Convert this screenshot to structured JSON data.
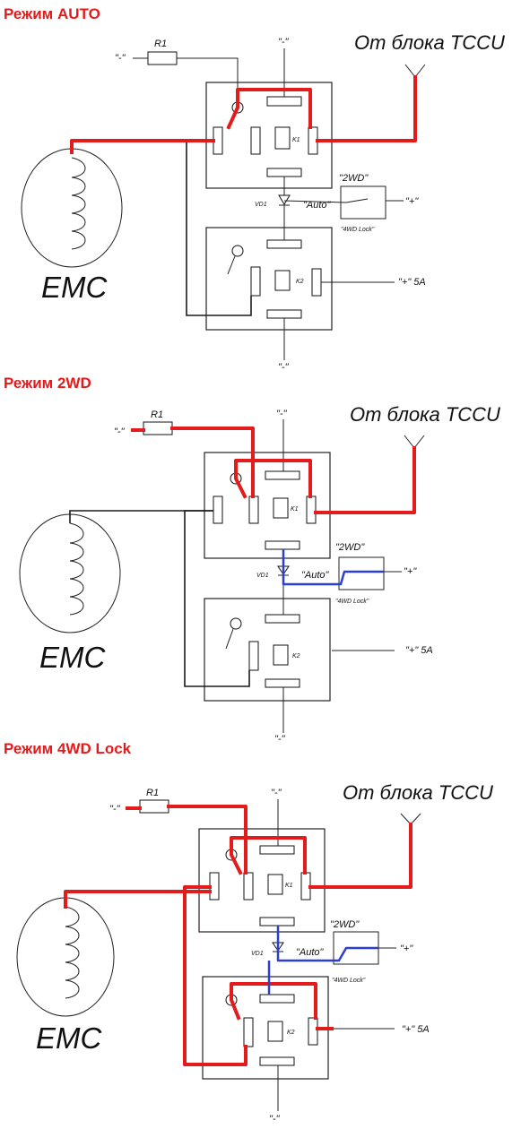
{
  "diagrams": [
    {
      "mode_title": "Режим AUTO",
      "minus_top": "\"-\"",
      "minus_bottom": "\"-\"",
      "r1_minus": "\"-\"",
      "resistor": "R1",
      "source": "От блока TCCU",
      "relay_top": "K1",
      "relay_bottom": "K2",
      "diode": "VD1",
      "switch_2wd": "\"2WD\"",
      "switch_auto": "\"Auto\"",
      "switch_4wd": "\"4WD Lock\"",
      "plus": "\"+\"",
      "plus_5a": "\"+\" 5A",
      "coil": "EMC"
    },
    {
      "mode_title": "Режим 2WD",
      "minus_top": "\"-\"",
      "minus_bottom": "\"-\"",
      "r1_minus": "\"-\"",
      "resistor": "R1",
      "source": "От блока TCCU",
      "relay_top": "K1",
      "relay_bottom": "K2",
      "diode": "VD1",
      "switch_2wd": "\"2WD\"",
      "switch_auto": "\"Auto\"",
      "switch_4wd": "\"4WD Lock\"",
      "plus": "\"+\"",
      "plus_5a": "\"+\" 5A",
      "coil": "EMC"
    },
    {
      "mode_title": "Режим 4WD Lock",
      "minus_top": "\"-\"",
      "minus_bottom": "\"-\"",
      "r1_minus": "\"-\"",
      "resistor": "R1",
      "source": "От блока TCCU",
      "relay_top": "K1",
      "relay_bottom": "K2",
      "diode": "VD1",
      "switch_2wd": "\"2WD\"",
      "switch_auto": "\"Auto\"",
      "switch_4wd": "\"4WD Lock\"",
      "plus": "\"+\"",
      "plus_5a": "\"+\" 5A",
      "coil": "EMC"
    }
  ],
  "colors": {
    "title": "#e31b1b",
    "active_power": "#e31b1b",
    "active_control": "#2b3fd6",
    "wire": "#1a1a1a"
  }
}
